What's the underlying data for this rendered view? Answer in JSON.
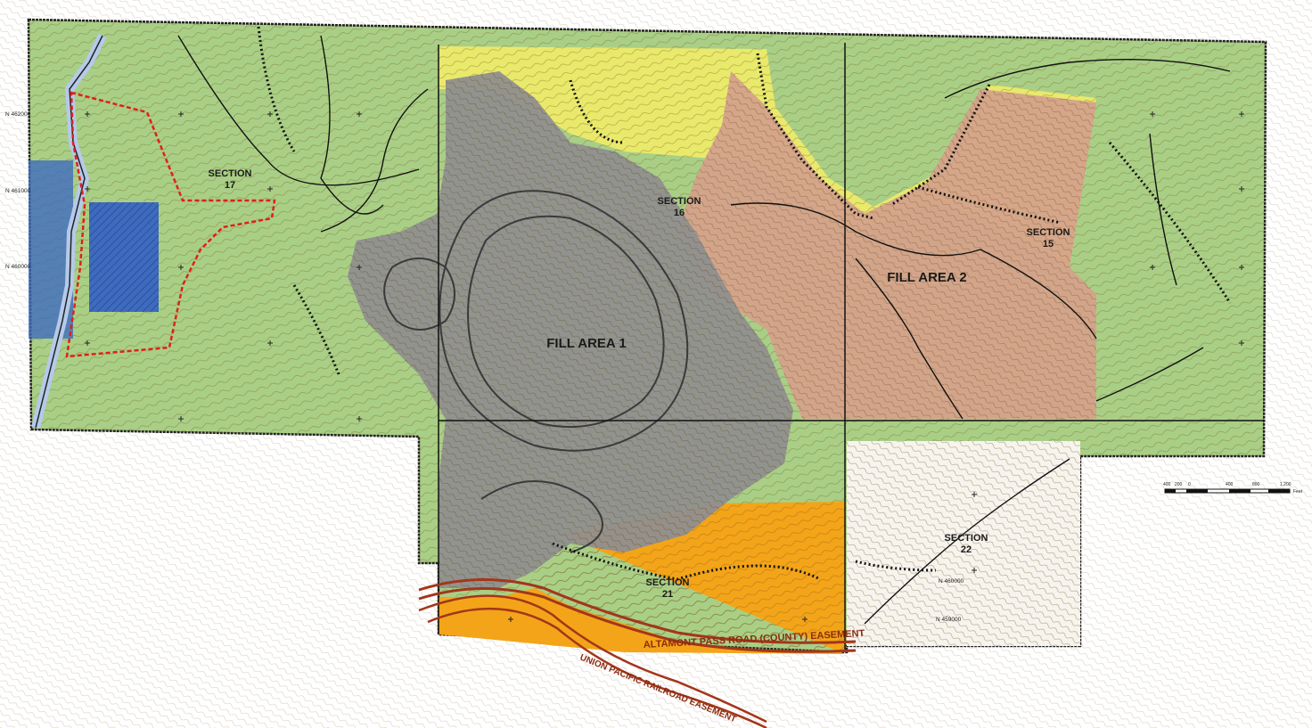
{
  "map": {
    "labels": {
      "section_17": [
        "SECTION",
        "17"
      ],
      "section_16": [
        "SECTION",
        "16"
      ],
      "section_15": [
        "SECTION",
        "15"
      ],
      "section_21": [
        "SECTION",
        "21"
      ],
      "section_22": [
        "SECTION",
        "22"
      ],
      "fill_area_1": "FILL AREA 1",
      "fill_area_2": "FILL AREA 2"
    },
    "grid_coords": {
      "n1": "N 462000",
      "n2": "N 461000",
      "n3": "N 460000",
      "n4": "N 460000",
      "n5": "N 459000"
    },
    "easements": {
      "county": "ALTAMONT PASS ROAD (COUNTY) EASEMENT",
      "railroad": "UNION PACIFIC RAILROAD EASEMENT"
    },
    "scale_bar": {
      "ticks": [
        "400",
        "200",
        "0",
        "400",
        "800",
        "1,200"
      ],
      "unit": "Feet"
    },
    "colors": {
      "green_area": "#a9cf86",
      "fill_area_1": "#8f8f8f",
      "fill_area_2": "#d4a28b",
      "yellow_area": "#ecea6a",
      "orange_area": "#f4a418",
      "blue_area": "#3f6bbf",
      "topo_lines": "#7a5a1e",
      "boundary_red": "#e0201a"
    }
  }
}
